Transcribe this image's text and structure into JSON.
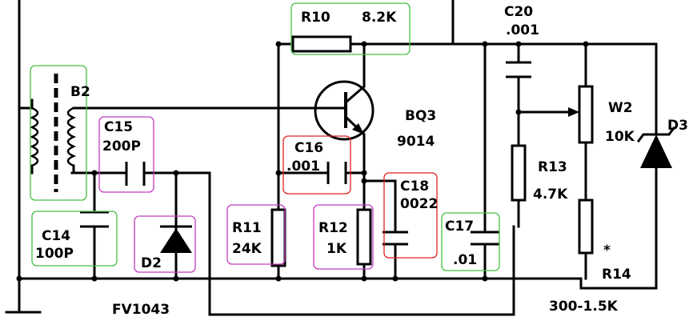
{
  "schematic": {
    "components": [
      {
        "id": "R10",
        "ref": "R10",
        "value": "8.2K"
      },
      {
        "id": "C20",
        "ref": "C20",
        "value": ".001"
      },
      {
        "id": "B2",
        "ref": "B2",
        "value": ""
      },
      {
        "id": "C15",
        "ref": "C15",
        "value": "200P"
      },
      {
        "id": "BQ3",
        "ref": "BQ3",
        "value": "9014"
      },
      {
        "id": "W2",
        "ref": "W2",
        "value": "10K"
      },
      {
        "id": "D3",
        "ref": "D3",
        "value": ""
      },
      {
        "id": "C16",
        "ref": "C16",
        "value": ".001"
      },
      {
        "id": "R13",
        "ref": "R13",
        "value": "4.7K"
      },
      {
        "id": "C18",
        "ref": "C18",
        "value": "0022"
      },
      {
        "id": "C14",
        "ref": "C14",
        "value": "100P"
      },
      {
        "id": "R11",
        "ref": "R11",
        "value": "24K"
      },
      {
        "id": "R12",
        "ref": "R12",
        "value": "1K"
      },
      {
        "id": "C17",
        "ref": "C17",
        "value": ".01"
      },
      {
        "id": "D2",
        "ref": "D2",
        "value": ""
      },
      {
        "id": "R14",
        "ref": "R14",
        "value": "300-1.5K",
        "mark": "*"
      }
    ],
    "labels": {
      "d2_part": "FV1043"
    },
    "highlight_colors": {
      "green": "#43c043",
      "magenta": "#c03cc0",
      "red": "#e02020"
    }
  }
}
